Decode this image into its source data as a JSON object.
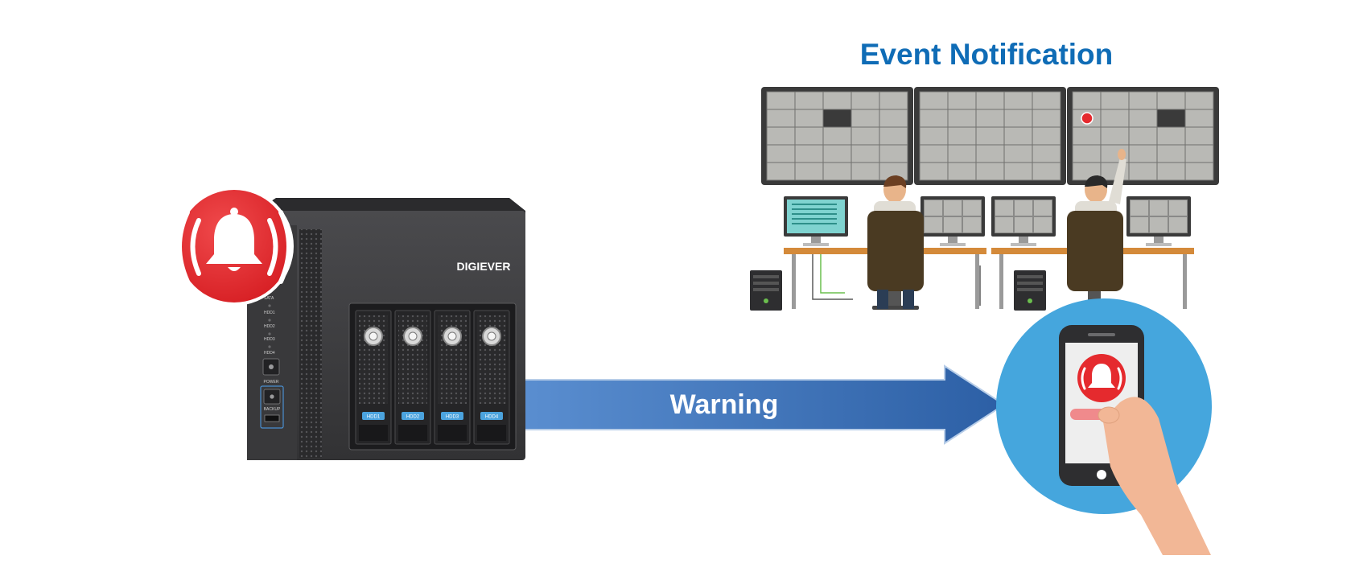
{
  "title": "Event Notification",
  "arrow_label": "Warning",
  "nvr": {
    "brand": "DIGIEVER",
    "led_labels": [
      "SATA",
      "HDD1",
      "HDD2",
      "HDD3",
      "HDD4"
    ],
    "power_label": "POWER",
    "backup_label": "BACKUP",
    "bay_labels": [
      "HDD1",
      "HDD2",
      "HDD3",
      "HDD4"
    ]
  },
  "colors": {
    "title": "#0f6cb6",
    "arrow": "#2f65aa",
    "alarm_red": "#e52a2e",
    "phone_circle": "#45a6dd",
    "nvr_body": "#3c3c3e",
    "desk": "#d48a3a"
  },
  "icons": {
    "alarm": "alarm-bell-icon",
    "phone": "smartphone-icon",
    "hand": "hand-icon"
  }
}
